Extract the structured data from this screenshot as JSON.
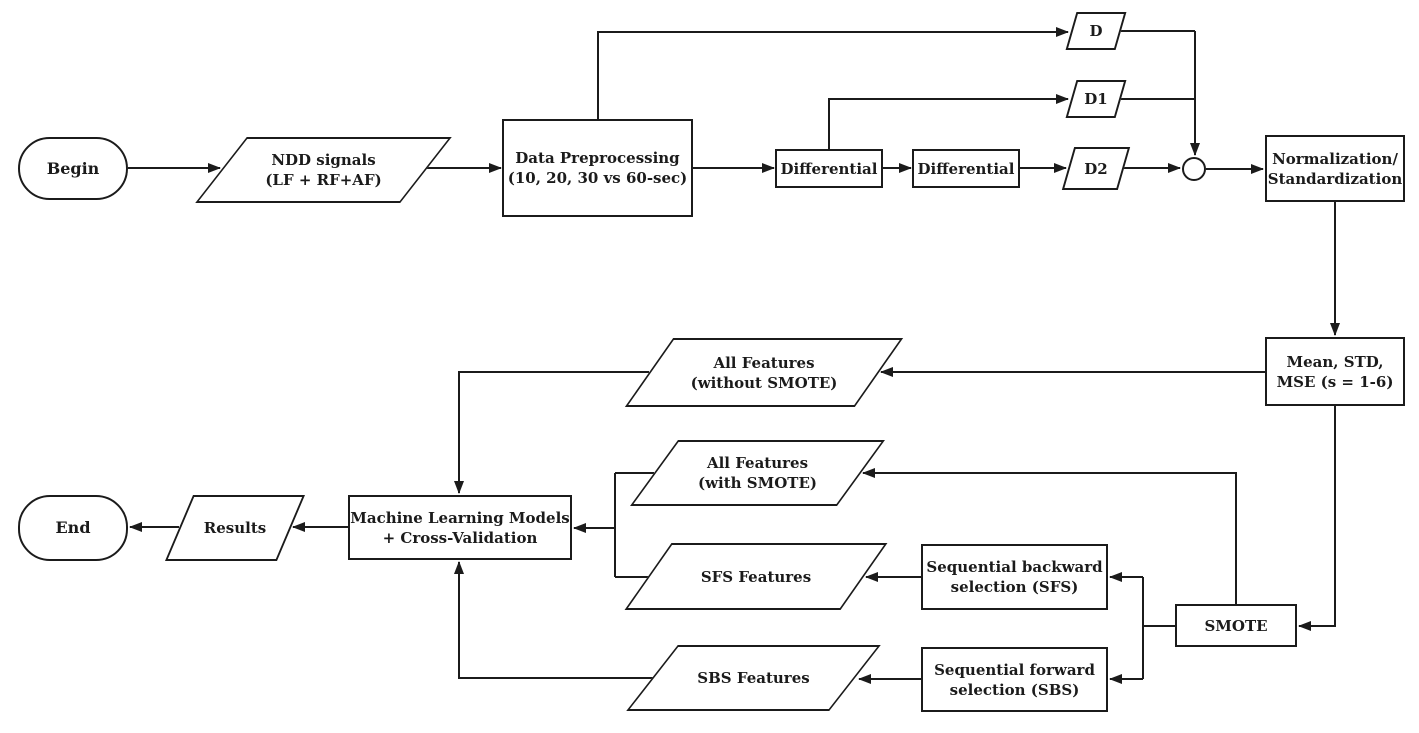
{
  "meta": {
    "background": "#ffffff",
    "stroke_color": "#1b1b1b",
    "text_color": "#1b1b1b",
    "diagram_type": "flowchart"
  },
  "nodes": {
    "begin": {
      "label": "Begin",
      "shape": "terminator"
    },
    "ndd": {
      "line1": "NDD signals",
      "line2": "(LF + RF+AF)",
      "shape": "parallelogram"
    },
    "data_preprocessing": {
      "line1": "Data Preprocessing",
      "line2": "(10, 20, 30 vs 60-sec)",
      "shape": "process"
    },
    "differential_1": {
      "label": "Differential",
      "shape": "process"
    },
    "differential_2": {
      "label": "Differential",
      "shape": "process"
    },
    "d": {
      "label": "D",
      "shape": "parallelogram"
    },
    "d1": {
      "label": "D1",
      "shape": "parallelogram"
    },
    "d2": {
      "label": "D2",
      "shape": "parallelogram"
    },
    "junction": {
      "label": "",
      "shape": "connector-circle"
    },
    "normalization": {
      "line1": "Normalization/",
      "line2": "Standardization",
      "shape": "process"
    },
    "mean_std_mse": {
      "line1": "Mean, STD,",
      "line2": "MSE (s = 1-6)",
      "shape": "process"
    },
    "all_features_without_smote": {
      "line1": "All Features",
      "line2": "(without SMOTE)",
      "shape": "parallelogram"
    },
    "all_features_with_smote": {
      "line1": "All Features",
      "line2": "(with SMOTE)",
      "shape": "parallelogram"
    },
    "sfs_features": {
      "label": "SFS Features",
      "shape": "parallelogram"
    },
    "sbs_features": {
      "label": "SBS Features",
      "shape": "parallelogram"
    },
    "seq_backward": {
      "line1": "Sequential backward",
      "line2": "selection (SFS)",
      "shape": "process"
    },
    "seq_forward": {
      "line1": "Sequential forward",
      "line2": "selection (SBS)",
      "shape": "process"
    },
    "smote": {
      "label": "SMOTE",
      "shape": "process"
    },
    "ml_models": {
      "line1": "Machine Learning Models",
      "line2": "+ Cross-Validation",
      "shape": "process"
    },
    "results": {
      "label": "Results",
      "shape": "parallelogram"
    },
    "end": {
      "label": "End",
      "shape": "terminator"
    }
  },
  "edges": [
    {
      "from": "begin",
      "to": "ndd"
    },
    {
      "from": "ndd",
      "to": "data_preprocessing"
    },
    {
      "from": "data_preprocessing",
      "to": "differential_1"
    },
    {
      "from": "differential_1",
      "to": "differential_2"
    },
    {
      "from": "differential_2",
      "to": "d2"
    },
    {
      "from": "data_preprocessing",
      "to": "d"
    },
    {
      "from": "differential_1",
      "to": "d1"
    },
    {
      "from": "d",
      "to": "junction"
    },
    {
      "from": "d1",
      "to": "junction"
    },
    {
      "from": "d2",
      "to": "junction"
    },
    {
      "from": "junction",
      "to": "normalization"
    },
    {
      "from": "normalization",
      "to": "mean_std_mse"
    },
    {
      "from": "mean_std_mse",
      "to": "all_features_without_smote"
    },
    {
      "from": "mean_std_mse",
      "to": "smote"
    },
    {
      "from": "smote",
      "to": "all_features_with_smote"
    },
    {
      "from": "smote",
      "to": "seq_backward"
    },
    {
      "from": "smote",
      "to": "seq_forward"
    },
    {
      "from": "seq_backward",
      "to": "sfs_features"
    },
    {
      "from": "seq_forward",
      "to": "sbs_features"
    },
    {
      "from": "all_features_without_smote",
      "to": "ml_models"
    },
    {
      "from": "all_features_with_smote",
      "to": "ml_models"
    },
    {
      "from": "sfs_features",
      "to": "ml_models"
    },
    {
      "from": "sbs_features",
      "to": "ml_models"
    },
    {
      "from": "ml_models",
      "to": "results"
    },
    {
      "from": "results",
      "to": "end"
    }
  ]
}
